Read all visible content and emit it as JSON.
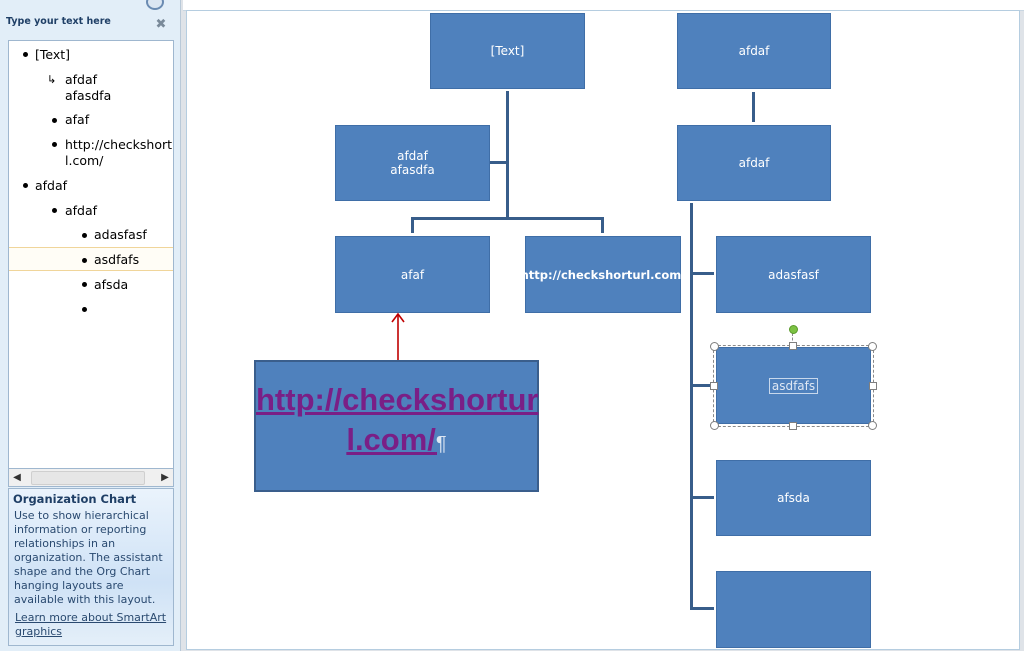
{
  "text_pane": {
    "title": "Type your text here",
    "items": [
      {
        "text": "[Text]",
        "level": 1
      },
      {
        "text": "afdaf\nafasdfa",
        "level": 2,
        "assistant": true
      },
      {
        "text": "afaf",
        "level": 2
      },
      {
        "text": "http://checkshortu\nl.com/",
        "level": 2
      },
      {
        "text": "afdaf",
        "level": 1
      },
      {
        "text": "afdaf",
        "level": 2
      },
      {
        "text": "adasfasf",
        "level": 3
      },
      {
        "text": "asdfafs",
        "level": 3,
        "selected": true
      },
      {
        "text": "afsda",
        "level": 3
      },
      {
        "text": "",
        "level": 3
      }
    ],
    "description": {
      "title": "Organization Chart",
      "body": "Use to show hierarchical information or reporting relationships in an organization. The assistant shape and the Org Chart hanging layouts are available with this layout.",
      "link": "Learn more about SmartArt graphics"
    }
  },
  "chart": {
    "boxes": {
      "root_left": "[Text]",
      "assistant": "afdaf\nafasdfa",
      "child_afaf": "afaf",
      "child_url": "http://checkshorturl.com/",
      "root_right": "afdaf",
      "mid_right": "afdaf",
      "sub1": "adasfasf",
      "sub2": "asdfafs",
      "sub3": "afsda",
      "sub4": ""
    },
    "callout": {
      "link_line1": "http://checkshortur",
      "link_line2": "l.com/",
      "pilcrow": "¶"
    }
  },
  "colors": {
    "shape_fill": "#4f81bd",
    "connector": "#385d8a",
    "hyperlink": "#7a1f86",
    "arrow": "#c00000",
    "rotate_handle": "#7cc243"
  }
}
